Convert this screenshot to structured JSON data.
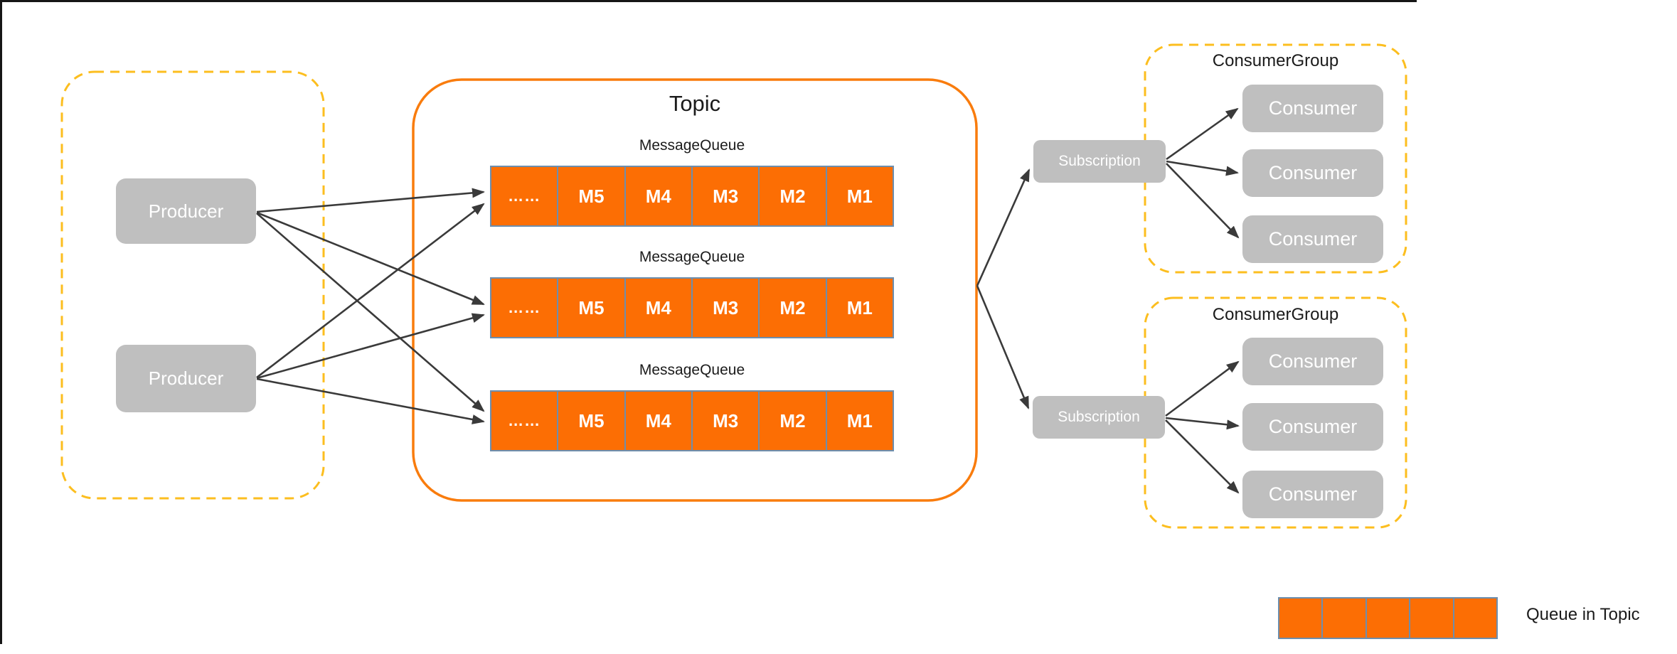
{
  "producers": {
    "items": [
      {
        "label": "Producer"
      },
      {
        "label": "Producer"
      }
    ]
  },
  "topic": {
    "title": "Topic",
    "queues": [
      {
        "label": "MessageQueue",
        "cells": [
          "……",
          "M5",
          "M4",
          "M3",
          "M2",
          "M1"
        ]
      },
      {
        "label": "MessageQueue",
        "cells": [
          "……",
          "M5",
          "M4",
          "M3",
          "M2",
          "M1"
        ]
      },
      {
        "label": "MessageQueue",
        "cells": [
          "……",
          "M5",
          "M4",
          "M3",
          "M2",
          "M1"
        ]
      }
    ]
  },
  "subscriptions": [
    {
      "label": "Subscription"
    },
    {
      "label": "Subscription"
    }
  ],
  "consumer_groups": [
    {
      "title": "ConsumerGroup",
      "consumers": [
        "Consumer",
        "Consumer",
        "Consumer"
      ]
    },
    {
      "title": "ConsumerGroup",
      "consumers": [
        "Consumer",
        "Consumer",
        "Consumer"
      ]
    }
  ],
  "legend": {
    "label": "Queue in Topic",
    "cells": 5
  },
  "colors": {
    "queue_fill": "#FC6E04",
    "topic_border": "#F97C0D",
    "group_dash": "#FCBE1F",
    "node_gray": "#BFBFBF",
    "queue_cell_border": "#6D8EAD",
    "arrow": "#3A3A3A"
  }
}
